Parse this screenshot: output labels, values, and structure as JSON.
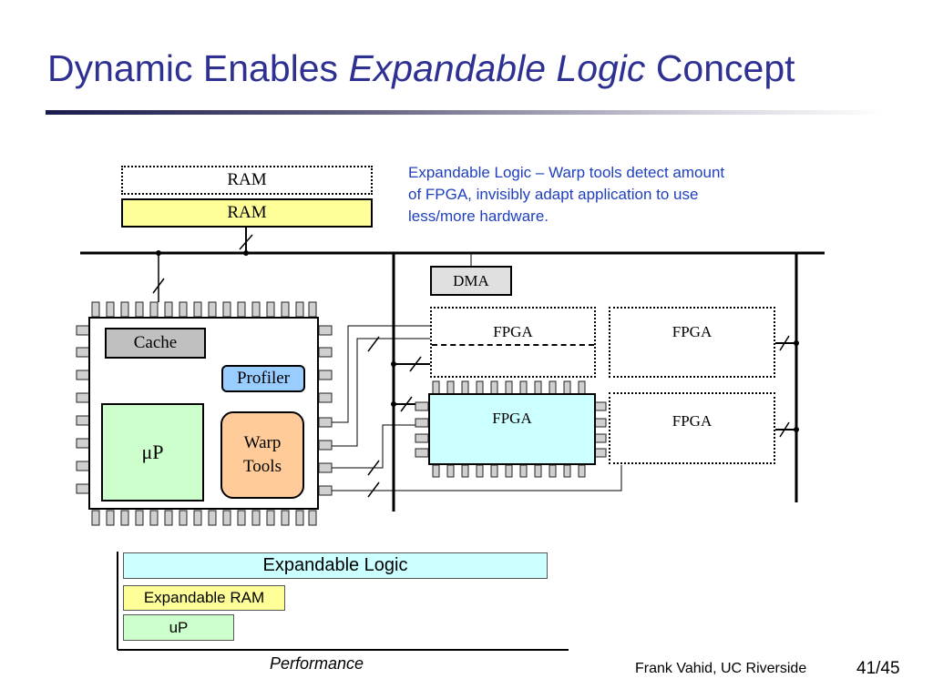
{
  "slide": {
    "title_part1": "Dynamic Enables ",
    "title_italic": "Expandable Logic",
    "title_part2": " Concept",
    "note": "Expandable Logic – Warp tools detect amount of FPGA, invisibly adapt application to use less/more hardware.",
    "footer_author": "Frank Vahid, UC Riverside",
    "page_number": "41/45"
  },
  "diagram": {
    "ram_top": "RAM",
    "ram_bottom": "RAM",
    "dma": "DMA",
    "cache": "Cache",
    "profiler": "Profiler",
    "up": "μP",
    "warp_line1": "Warp",
    "warp_line2": "Tools",
    "fpga_labels": [
      "FPGA",
      "FPGA",
      "FPGA",
      "FPGA"
    ]
  },
  "performance": {
    "axis_label": "Performance",
    "bars": [
      {
        "label": "Expandable Logic",
        "color": "#ccffff"
      },
      {
        "label": "Expandable RAM",
        "color": "#ffff99"
      },
      {
        "label": "uP",
        "color": "#ccffcc"
      }
    ]
  },
  "colors": {
    "title": "#2e3192",
    "note": "#1f3fbf",
    "ram_filled": "#ffff99",
    "cache": "#c0c0c0",
    "profiler": "#99ccff",
    "up": "#ccffcc",
    "warp_tools": "#ffcc99",
    "fpga_filled": "#ccffff",
    "dma": "#e0e0e0"
  }
}
